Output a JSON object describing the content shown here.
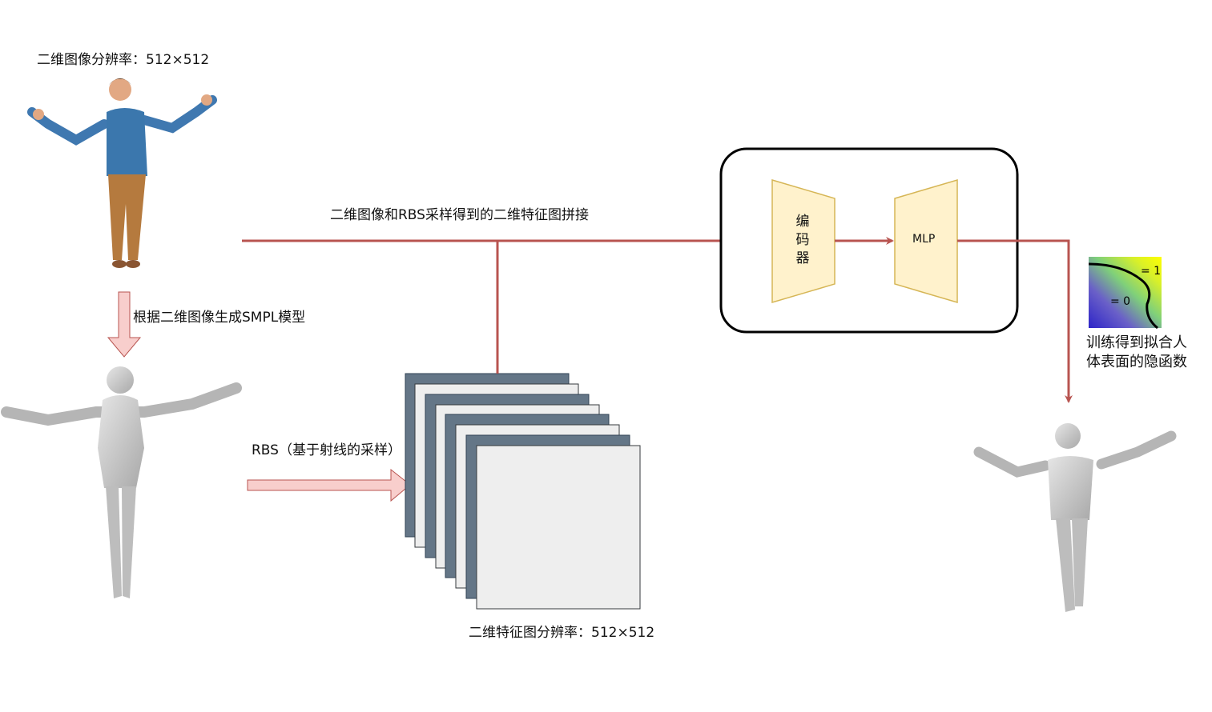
{
  "labels": {
    "input_resolution": "二维图像分辨率：512×512",
    "smpl_step": "根据二维图像生成SMPL模型",
    "concat_step": "二维图像和RBS采样得到的二维特征图拼接",
    "rbs_step": "RBS（基于射线的采样）",
    "feature_resolution": "二维特征图分辨率：512×512",
    "result_line1": "训练得到拟合人",
    "result_line2": "体表面的隐函数"
  },
  "network": {
    "encoder": [
      "编",
      "码",
      "器"
    ],
    "mlp": "MLP"
  },
  "implicit_plot": {
    "outside_label": "= 1",
    "inside_label": "= 0"
  },
  "colors": {
    "arrow_red": "#b85450",
    "block_fill": "#fff2cc",
    "block_stroke": "#d6b656",
    "soft_arrow_fill": "#f8cecc",
    "soft_arrow_stroke": "#b85450",
    "feature_dark": "#647687",
    "feature_light": "#eeeeee"
  }
}
